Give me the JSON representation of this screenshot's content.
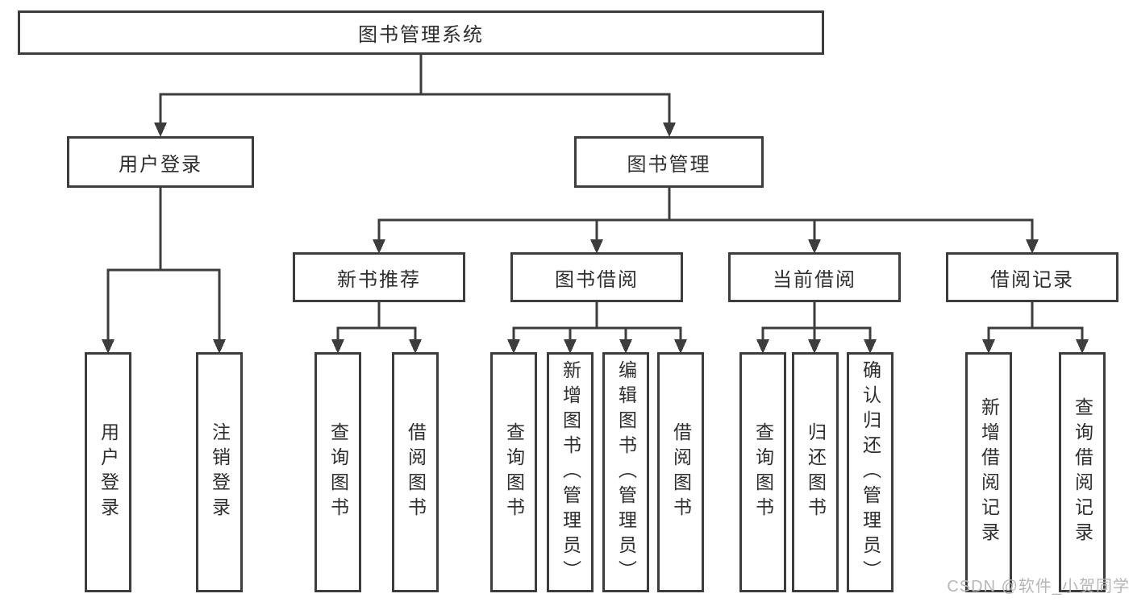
{
  "diagram": {
    "root": {
      "label": "图书管理系统"
    },
    "branches": [
      {
        "label": "用户登录",
        "children": [
          {
            "label": "用户登录"
          },
          {
            "label": "注销登录"
          }
        ]
      },
      {
        "label": "图书管理",
        "children": [
          {
            "label": "新书推荐",
            "children": [
              {
                "label": "查询图书"
              },
              {
                "label": "借阅图书"
              }
            ]
          },
          {
            "label": "图书借阅",
            "children": [
              {
                "label": "查询图书"
              },
              {
                "label": "新增图书（管理员）"
              },
              {
                "label": "编辑图书（管理员）"
              },
              {
                "label": "借阅图书"
              }
            ]
          },
          {
            "label": "当前借阅",
            "children": [
              {
                "label": "查询图书"
              },
              {
                "label": "归还图书"
              },
              {
                "label": "确认归还（管理员）"
              }
            ]
          },
          {
            "label": "借阅记录",
            "children": [
              {
                "label": "新增借阅记录"
              },
              {
                "label": "查询借阅记录"
              }
            ]
          }
        ]
      }
    ]
  },
  "watermark": "CSDN @软件_小贺同学",
  "colors": {
    "line": "#3d3d3d",
    "text": "#2e2e2e",
    "watermark": "#b7b7b7",
    "background": "#ffffff"
  }
}
